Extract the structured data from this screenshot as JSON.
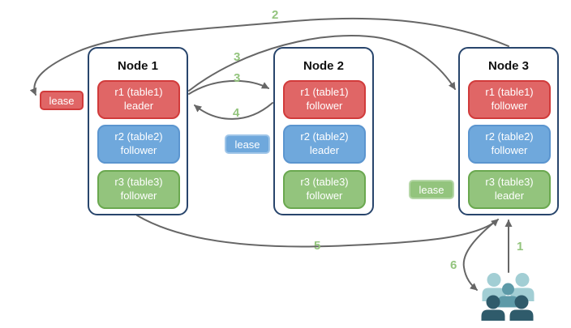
{
  "nodes": [
    {
      "title": "Node 1",
      "replicas": [
        {
          "name": "r1 (table1)",
          "role": "leader",
          "color": "red"
        },
        {
          "name": "r2 (table2)",
          "role": "follower",
          "color": "blue"
        },
        {
          "name": "r3 (table3)",
          "role": "follower",
          "color": "green"
        }
      ]
    },
    {
      "title": "Node 2",
      "replicas": [
        {
          "name": "r1 (table1)",
          "role": "follower",
          "color": "red"
        },
        {
          "name": "r2 (table2)",
          "role": "leader",
          "color": "blue"
        },
        {
          "name": "r3 (table3)",
          "role": "follower",
          "color": "green"
        }
      ]
    },
    {
      "title": "Node 3",
      "replicas": [
        {
          "name": "r1 (table1)",
          "role": "follower",
          "color": "red"
        },
        {
          "name": "r2 (table2)",
          "role": "follower",
          "color": "blue"
        },
        {
          "name": "r3 (table3)",
          "role": "leader",
          "color": "green"
        }
      ]
    }
  ],
  "leases": [
    {
      "label": "lease",
      "color": "red"
    },
    {
      "label": "lease",
      "color": "blue"
    },
    {
      "label": "lease",
      "color": "green"
    }
  ],
  "arrows": {
    "labels": [
      "1",
      "2",
      "3",
      "3",
      "4",
      "5",
      "6"
    ],
    "flows": [
      {
        "label": "1",
        "from": "users",
        "to": "node-3"
      },
      {
        "label": "2",
        "from": "node-3",
        "to": "lease-red"
      },
      {
        "label": "3",
        "from": "node-1-r1-leader",
        "to": "node-3-r1-follower"
      },
      {
        "label": "3",
        "from": "node-1-r1-leader",
        "to": "node-2-r1-follower"
      },
      {
        "label": "4",
        "from": "node-2-r1-follower",
        "to": "node-1-r1-leader"
      },
      {
        "label": "5",
        "from": "node-1",
        "to": "node-3"
      },
      {
        "label": "6",
        "from": "node-3",
        "to": "users"
      }
    ]
  },
  "palette": {
    "red_fill": "#e06666",
    "red_border": "#d13b3b",
    "blue_fill": "#6fa8dc",
    "blue_border": "#5b95cf",
    "green_fill": "#93c47d",
    "green_border": "#6aa84f",
    "lease_blue_border": "#9fc5e8",
    "lease_green_border": "#b6d7a8",
    "node_border": "#28456c",
    "arrow": "#666666",
    "label": "#93c47d",
    "users_light": "#a2ced4",
    "users_mid": "#5d9aa8",
    "users_dark": "#2f5b6b"
  }
}
